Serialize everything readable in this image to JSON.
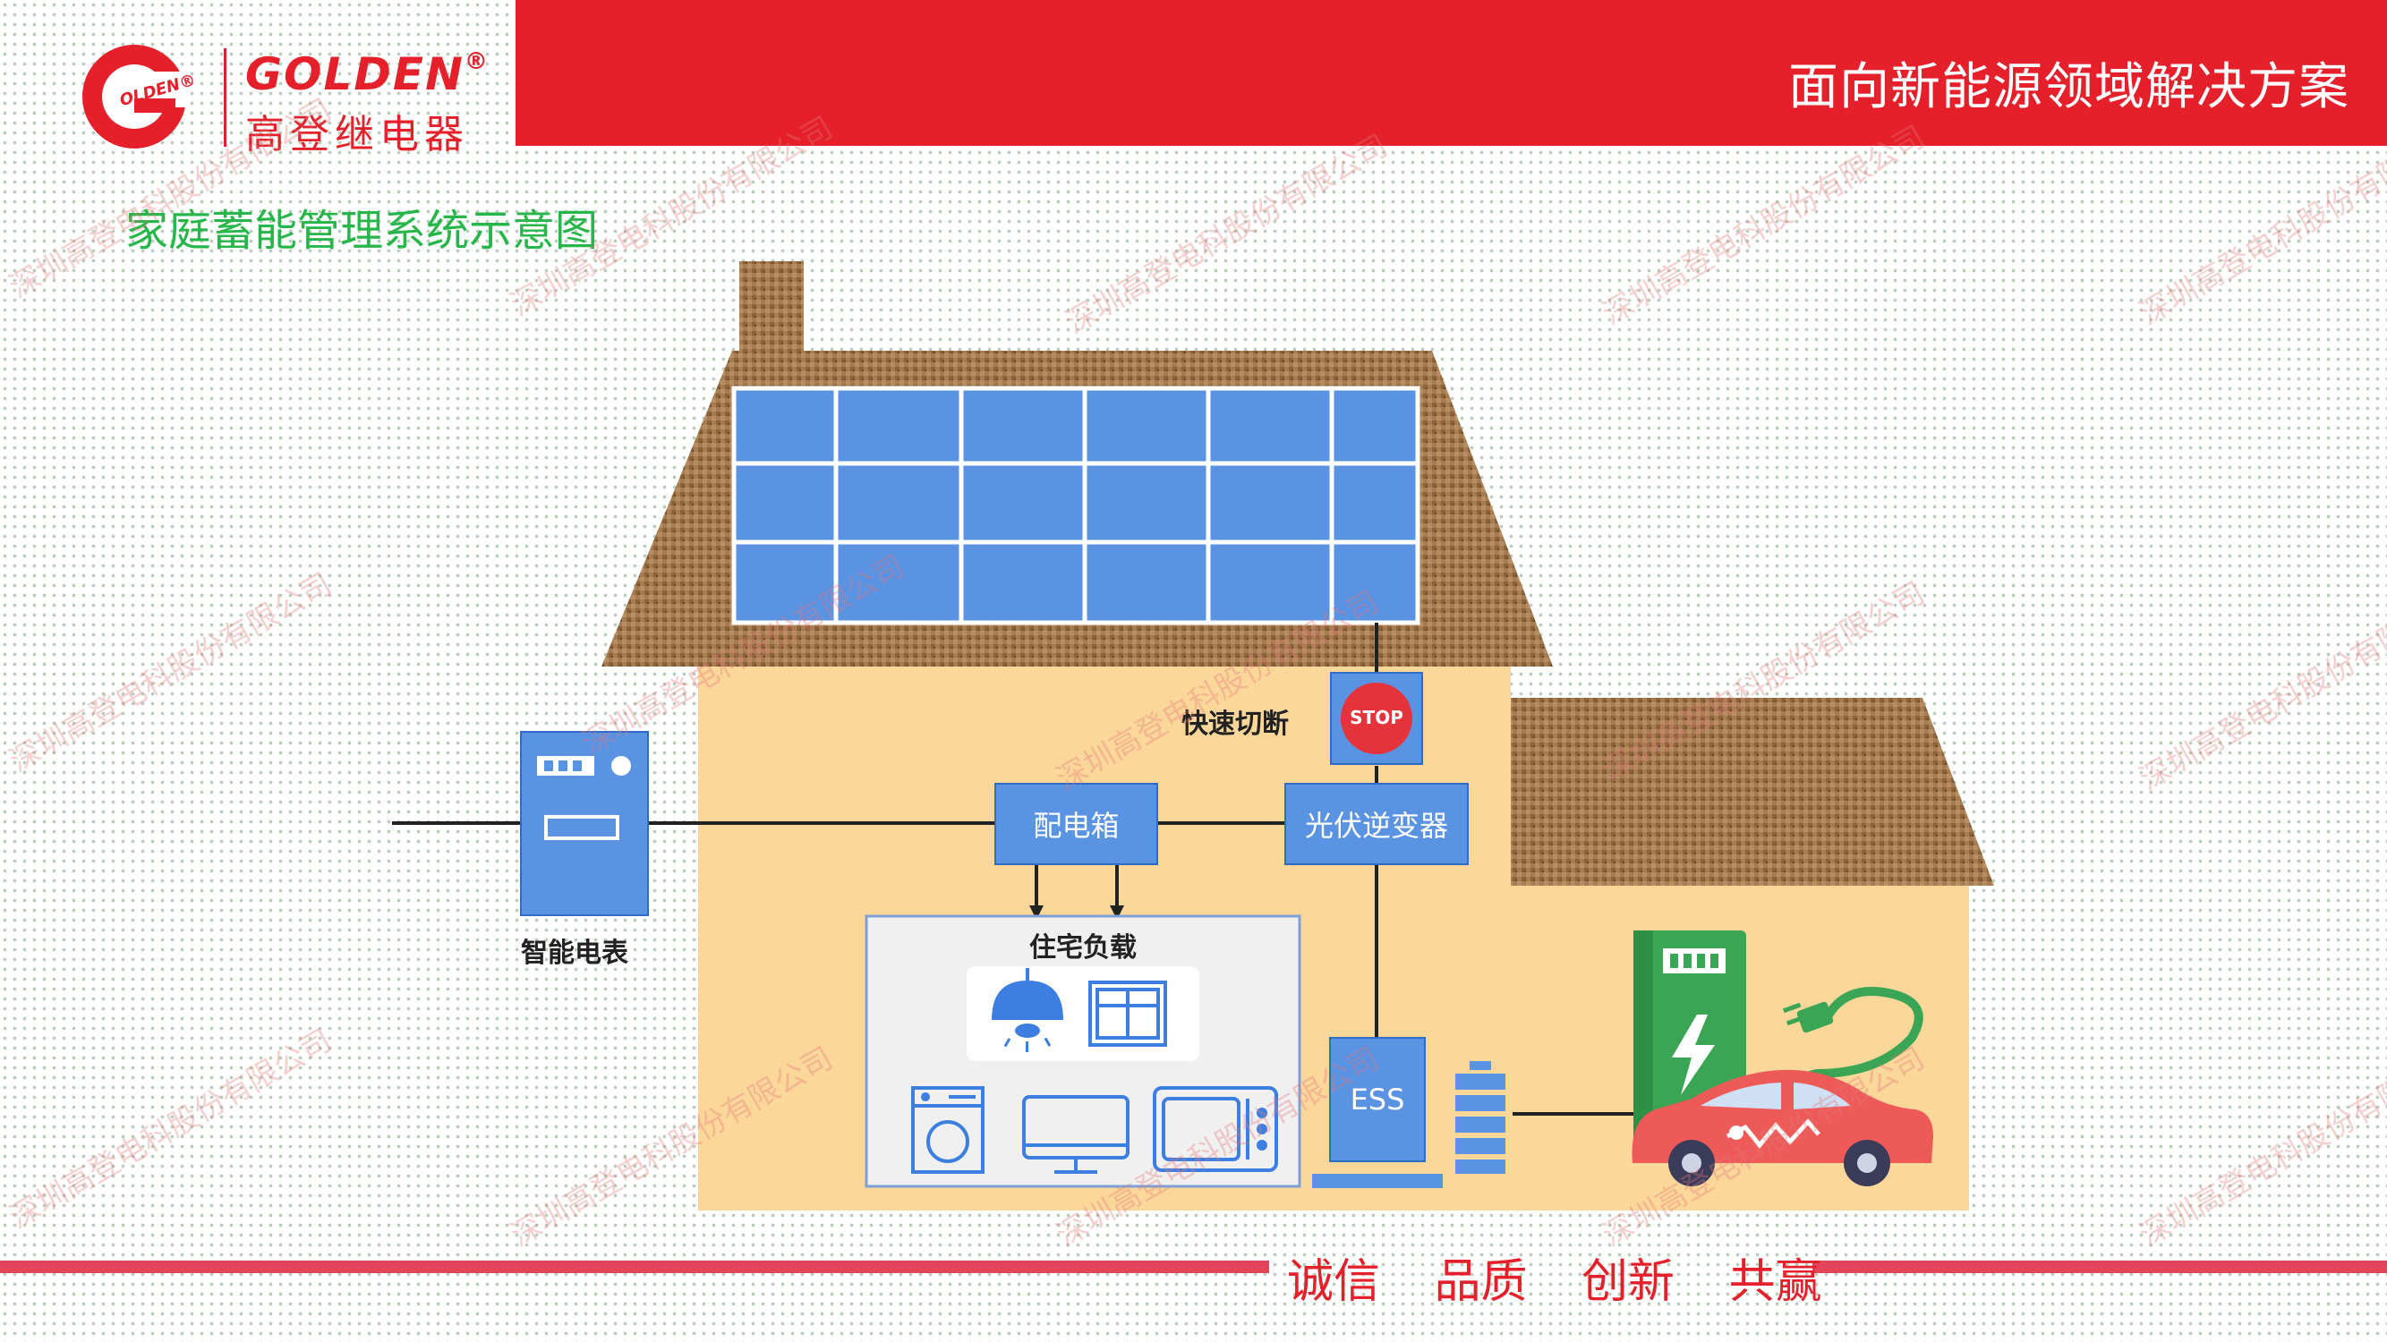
{
  "header": {
    "logo_en": "GOLDEN",
    "logo_registered": "®",
    "logo_cn": "高登继电器",
    "logo_g_text": "OLDEN®",
    "title": "面向新能源领域解决方案",
    "bar_color": "#e5202a"
  },
  "page_title": "家庭蓄能管理系统示意图",
  "watermark_text": "深圳高登电科股份有限公司",
  "diagram": {
    "fast_shutdown_label": "快速切断",
    "stop_sign": "STOP",
    "distribution_box": "配电箱",
    "pv_inverter": "光伏逆变器",
    "smart_meter": "智能电表",
    "residential_load": "住宅负载",
    "ess": "ESS",
    "load_icons": [
      "lamp-icon",
      "window-icon",
      "washing-machine-icon",
      "monitor-icon",
      "microwave-icon"
    ],
    "colors": {
      "panel_blue": "#5b93e3",
      "wall": "#fcd79a",
      "roof": "#a67c52",
      "charger_green": "#3aa655",
      "car_red": "#ee5a58"
    }
  },
  "footer": {
    "slogan": "诚信 品质 创新 共赢",
    "line_color": "#e2445a"
  }
}
